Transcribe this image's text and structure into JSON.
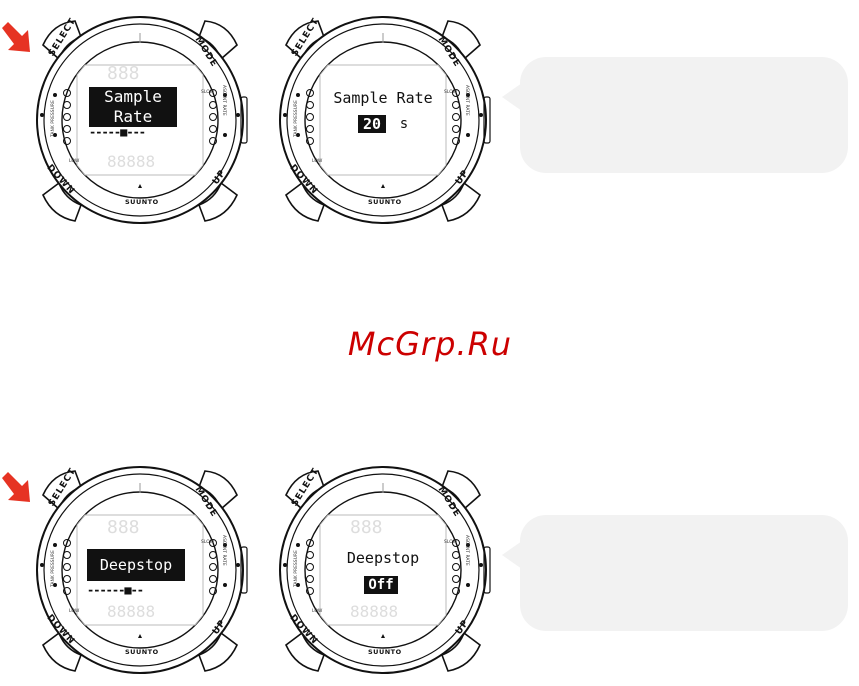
{
  "watermark": "McGrp.Ru",
  "watch_labels": {
    "select": "SELECT",
    "mode": "MODE",
    "down": "DOWN",
    "up": "UP",
    "brand": "SUUNTO",
    "tank_pressure": "TANK PRESSURE",
    "ascent_rate": "ASCENT RATE",
    "slow": "SLOW",
    "low": "LOW"
  },
  "rows": [
    {
      "left_screen": {
        "line1": "Sample",
        "line2": "Rate",
        "dashes": "-----■---"
      },
      "right_screen": {
        "title": "Sample Rate",
        "value": "20",
        "unit": "s"
      }
    },
    {
      "left_screen": {
        "line1": "Deepstop",
        "dashes": "------■--"
      },
      "right_screen": {
        "title": "Deepstop",
        "value": "Off"
      }
    }
  ],
  "colors": {
    "arrow": "#e63323",
    "bubble": "#f2f2f2",
    "lcd_bar": "#111111",
    "watermark": "#cc0000"
  }
}
